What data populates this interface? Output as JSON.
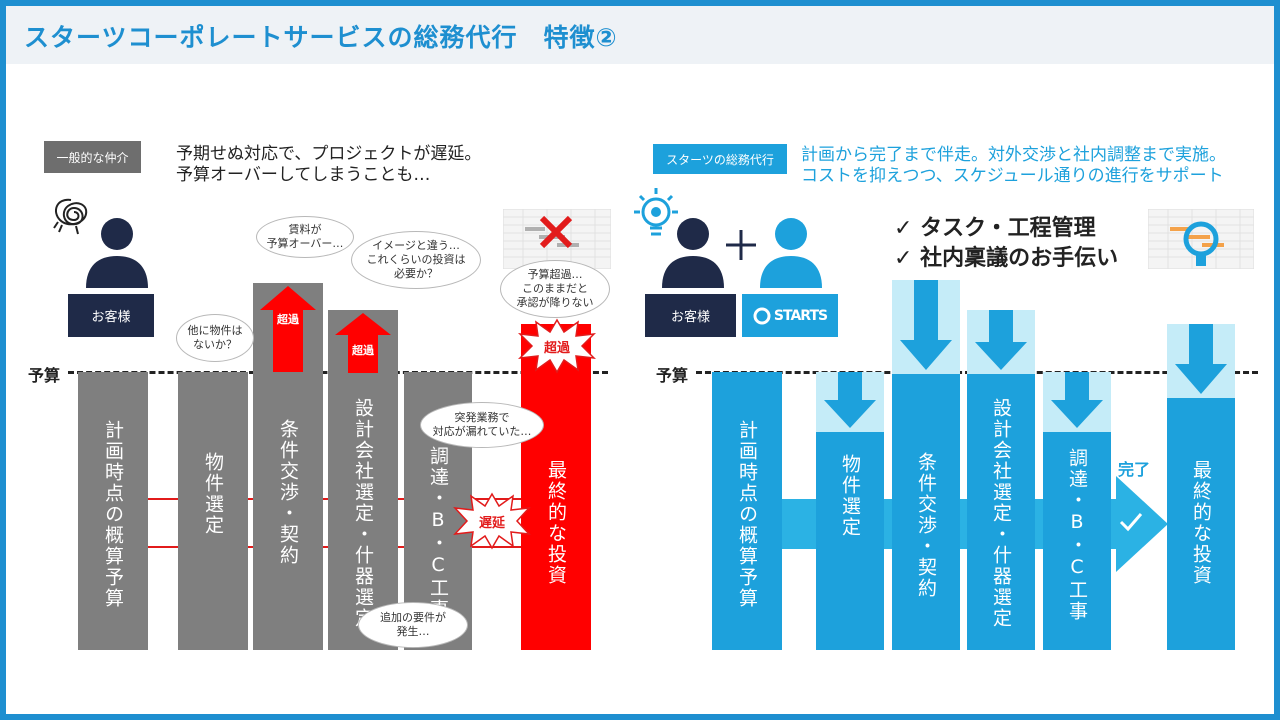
{
  "title": "スターツコーポレートサービスの総務代行　特徴②",
  "budget_label": "予算",
  "left": {
    "tag": "一般的な仲介",
    "description_line1": "予期せぬ対応で、プロジェクトが遅延。",
    "description_line2": "予算オーバーしてしまうことも…",
    "customer_label": "お客様",
    "bars": [
      {
        "label": "計画時点の概算予算"
      },
      {
        "label": "物件選定"
      },
      {
        "label": "条件交渉・契約"
      },
      {
        "label": "設計会社選定・什器選定"
      },
      {
        "label": "調達・B・C工事"
      },
      {
        "label": "最終的な投資"
      }
    ],
    "over_label": "超過",
    "over_burst": "超過",
    "delay_burst": "遅延",
    "bubbles": {
      "other_property": "他に物件は\nないか？",
      "rent_over": "賃料が\n予算オーバー…",
      "image_diff": "イメージと違う…\nこれくらいの投資は\n必要か？",
      "budget_over": "予算超過…\nこのままだと\n承認が降りない",
      "sudden_work": "突発業務で\n対応が漏れていた…",
      "additional_req": "追加の要件が\n発生…"
    }
  },
  "right": {
    "tag": "スターツの総務代行",
    "description_line1": "計画から完了まで伴走。対外交渉と社内調整まで実施。",
    "description_line2": "コストを抑えつつ、スケジュール通りの進行をサポート",
    "customer_label": "お客様",
    "company_logo": "STARTS",
    "checklist": [
      "✓ タスク・工程管理",
      "✓ 社内稟議のお手伝い"
    ],
    "complete_label": "完了",
    "bars": [
      {
        "label": "計画時点の概算予算"
      },
      {
        "label": "物件選定"
      },
      {
        "label": "条件交渉・契約"
      },
      {
        "label": "設計会社選定・什器選定"
      },
      {
        "label": "調達・B・C工事"
      },
      {
        "label": "最終的な投資"
      }
    ]
  },
  "colors": {
    "accent": "#1e8fd0",
    "grey_bar": "#7f7f7f",
    "red": "#ff0000",
    "blue_bar": "#1da1dc",
    "navy": "#1f2a48"
  },
  "icons": [
    "tangled-thought-icon",
    "person-icon",
    "lightbulb-gear-icon",
    "plus-icon",
    "gantt-chart-icon",
    "cross-icon",
    "check-icon",
    "down-arrow-icon",
    "up-arrow-icon"
  ]
}
